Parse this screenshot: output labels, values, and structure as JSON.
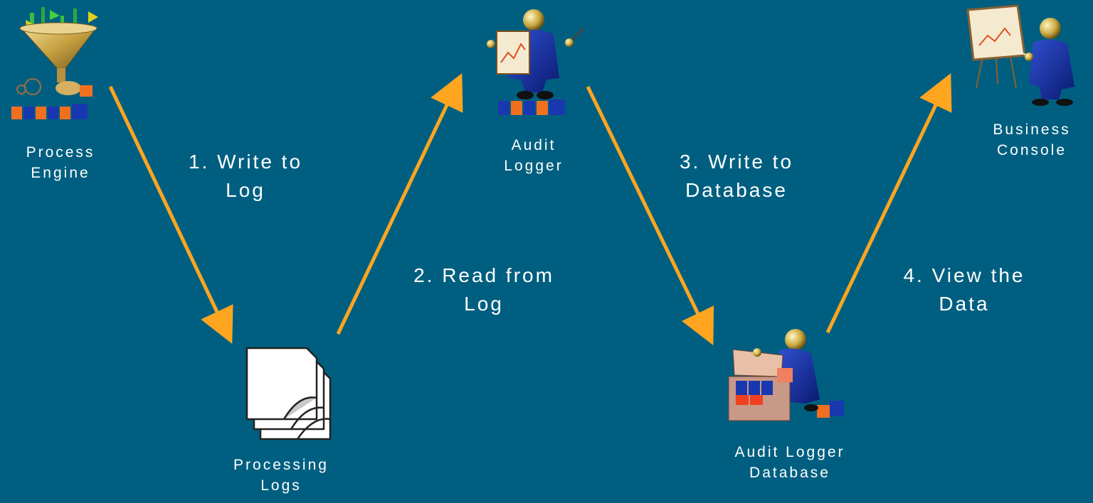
{
  "nodes": {
    "process_engine": {
      "line1": "Process",
      "line2": "Engine",
      "icon": "funnel-engine-icon"
    },
    "processing_logs": {
      "line1": "Processing",
      "line2": "Logs",
      "icon": "documents-stack-icon"
    },
    "audit_logger": {
      "line1": "Audit",
      "line2": "Logger",
      "icon": "worker-clipboard-icon"
    },
    "audit_db": {
      "line1": "Audit Logger",
      "line2": "Database",
      "icon": "worker-box-icon"
    },
    "business_console": {
      "line1": "Business",
      "line2": "Console",
      "icon": "presenter-easel-icon"
    }
  },
  "steps": [
    {
      "line1": "1. Write to",
      "line2": "Log"
    },
    {
      "line1": "2. Read from",
      "line2": "Log"
    },
    {
      "line1": "3. Write to",
      "line2": "Database"
    },
    {
      "line1": "4. View the",
      "line2": "Data"
    }
  ],
  "colors": {
    "background": "#005f80",
    "arrow": "#ffa520",
    "text": "#ffffff"
  }
}
